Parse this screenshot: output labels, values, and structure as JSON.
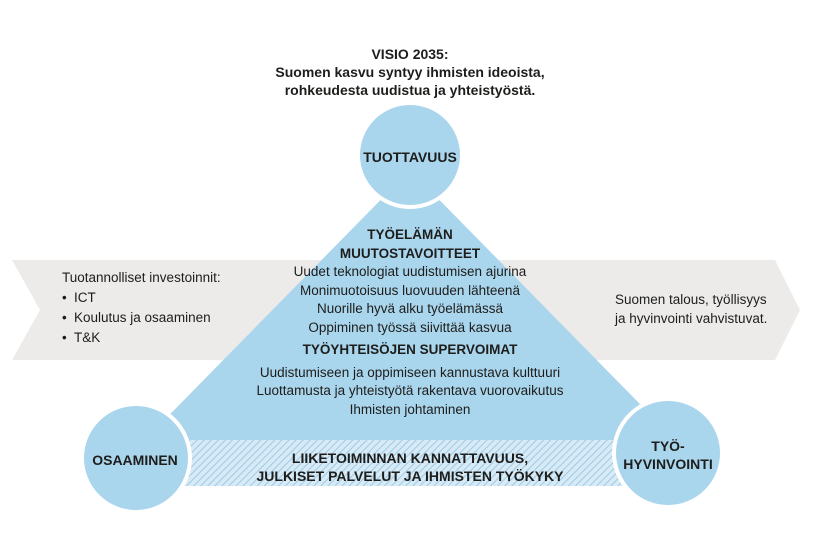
{
  "vision": {
    "line1": "VISIO 2035:",
    "line2": "Suomen kasvu syntyy ihmisten ideoista,",
    "line3": "rohkeudesta uudistua ja yhteistyöstä."
  },
  "circles": {
    "top": "TUOTTAVUUS",
    "left": "OSAAMINEN",
    "right_line1": "TYÖ-",
    "right_line2": "HYVINVOINTI"
  },
  "left_panel": {
    "title": "Tuotannolliset investoinnit:",
    "items": [
      "ICT",
      "Koulutus ja osaaminen",
      "T&K"
    ]
  },
  "right_panel": {
    "line1": "Suomen talous, työllisyys",
    "line2": "ja hyvinvointi vahvistuvat."
  },
  "triangle": {
    "heading1_line1": "TYÖELÄMÄN",
    "heading1_line2": "MUUTOSTAVOITTEET",
    "goals": [
      "Uudet teknologiat uudistumisen ajurina",
      "Monimuotoisuus luovuuden lähteenä",
      "Nuorille hyvä alku työelämässä",
      "Oppiminen työssä siivittää kasvua"
    ],
    "heading2": "TYÖYHTEISÖJEN SUPERVOIMAT",
    "superpowers": [
      "Uudistumiseen ja oppimiseen kannustava kulttuuri",
      "Luottamusta  ja yhteistyötä rakentava vuorovaikutus",
      "Ihmisten johtaminen"
    ]
  },
  "bottom_band": {
    "line1": "LIIKETOIMINNAN KANNATTAVUUS,",
    "line2": "JULKISET PALVELUT JA IHMISTEN TYÖKYKY"
  },
  "colors": {
    "light_blue": "#a8d4ec",
    "circle_stroke": "#ffffff",
    "arrow_grey": "#ecebe9",
    "band_hatch": "#8ec4e3",
    "band_bg": "#d6e9f5"
  }
}
